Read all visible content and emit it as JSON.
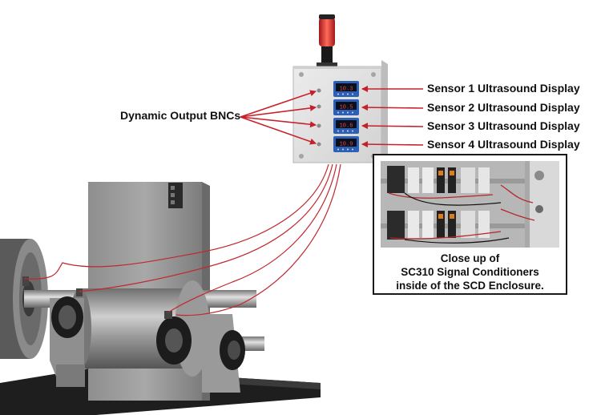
{
  "annotations": {
    "bnc_label": "Dynamic Output BNCs",
    "sensor_labels": [
      "Sensor 1 Ultrasound Display",
      "Sensor 2 Ultrasound Display",
      "Sensor 3 Ultrasound Display",
      "Sensor 4 Ultrasound Display"
    ]
  },
  "inset": {
    "caption_lines": [
      "Close up of",
      "SC310 Signal Conditioners",
      "inside of the SCD Enclosure."
    ]
  },
  "displays": [
    {
      "readout": "10.3"
    },
    {
      "readout": "10.5"
    },
    {
      "readout": "10.6"
    },
    {
      "readout": "10.9"
    }
  ],
  "colors": {
    "arrow": "#c8202a",
    "cable": "#c0282f",
    "enclosure": "#e3e3e3",
    "display_body": "#2d5fb3",
    "display_screen": "#0a0f1e",
    "display_digits": "#e84a3c",
    "beacon": "#e43a3a"
  },
  "icons": [
    "stack-light-icon",
    "arrowhead-icon"
  ]
}
